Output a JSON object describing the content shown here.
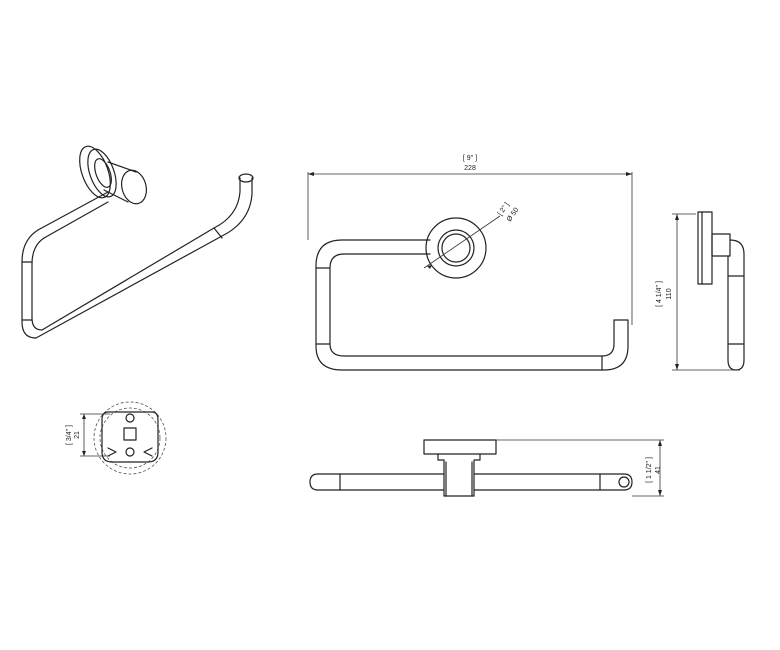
{
  "colors": {
    "stroke": "#222222",
    "background": "#ffffff"
  },
  "dimensions": {
    "width": {
      "inch": "[ 9\" ]",
      "mm": "228"
    },
    "flange_diameter": {
      "inch": "[ 2\" ]",
      "mm": "Ø 50"
    },
    "height": {
      "inch": "[ 4 1/4\" ]",
      "mm": "110"
    },
    "mount_height": {
      "inch": "[ 3/4\" ]",
      "mm": "21"
    },
    "projection": {
      "inch": "[ 1 1/2\" ]",
      "mm": "41"
    }
  }
}
